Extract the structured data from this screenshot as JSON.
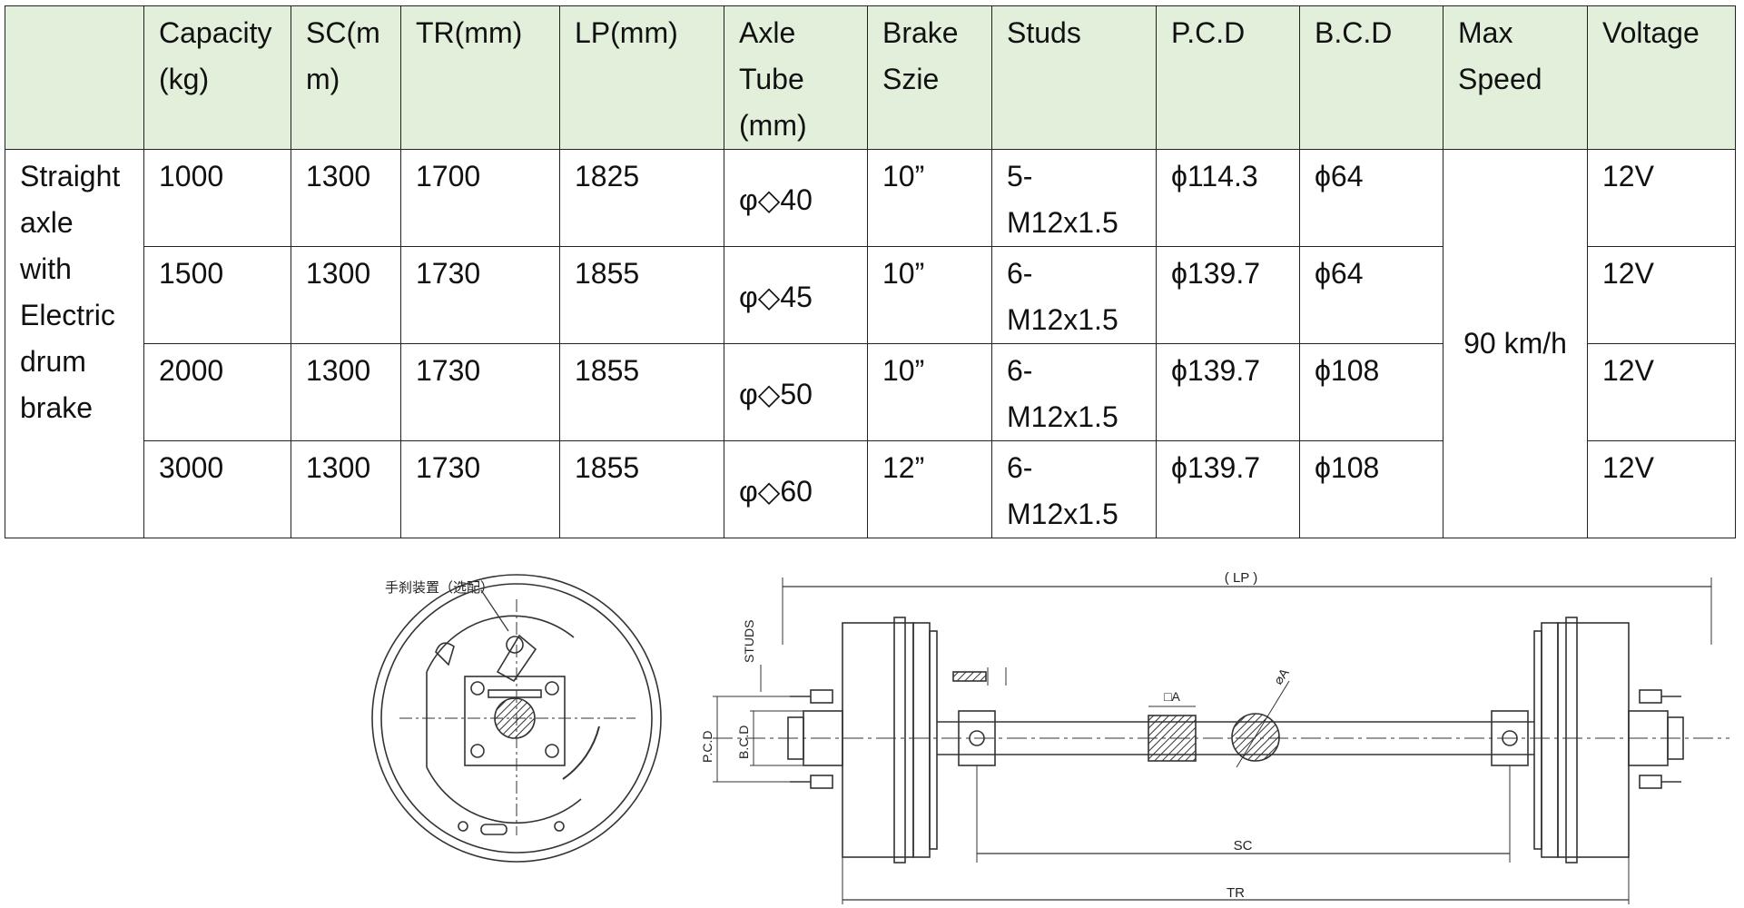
{
  "table": {
    "headers": [
      "",
      "Capacity(kg)",
      "SC(mm)",
      "TR(mm)",
      "LP(mm)",
      "Axle Tube (mm)",
      "Brake Szie",
      "Studs",
      "P.C.D",
      "B.C.D",
      "Max Speed",
      "Voltage"
    ],
    "row_label": "Straight axle with Electric drum brake",
    "max_speed": "90 km/h",
    "rows": [
      {
        "capacity": "1000",
        "sc": "1300",
        "tr": "1700",
        "lp": "1825",
        "axle_tube": "φ◇40",
        "brake": "10”",
        "studs": "5-M12x1.5",
        "pcd": "ϕ114.3",
        "bcd": "ϕ64",
        "voltage": "12V"
      },
      {
        "capacity": "1500",
        "sc": "1300",
        "tr": "1730",
        "lp": "1855",
        "axle_tube": "φ◇45",
        "brake": "10”",
        "studs": "6-M12x1.5",
        "pcd": "ϕ139.7",
        "bcd": "ϕ64",
        "voltage": "12V"
      },
      {
        "capacity": "2000",
        "sc": "1300",
        "tr": "1730",
        "lp": "1855",
        "axle_tube": "φ◇50",
        "brake": "10”",
        "studs": "6-M12x1.5",
        "pcd": "ϕ139.7",
        "bcd": "ϕ108",
        "voltage": "12V"
      },
      {
        "capacity": "3000",
        "sc": "1300",
        "tr": "1730",
        "lp": "1855",
        "axle_tube": "φ◇60",
        "brake": "12”",
        "studs": "6-M12x1.5",
        "pcd": "ϕ139.7",
        "bcd": "ϕ108",
        "voltage": "12V"
      }
    ]
  },
  "drawing": {
    "hand_brake_note": "手刹装置（选配）",
    "lp_label": "( LP )",
    "sc_label": "SC",
    "tr_label": "TR",
    "studs_label": "STUDS",
    "pcd_label": "P.C.D",
    "bcd_label": "B.C.D",
    "square_label": "□A",
    "round_label": "⌀A"
  }
}
